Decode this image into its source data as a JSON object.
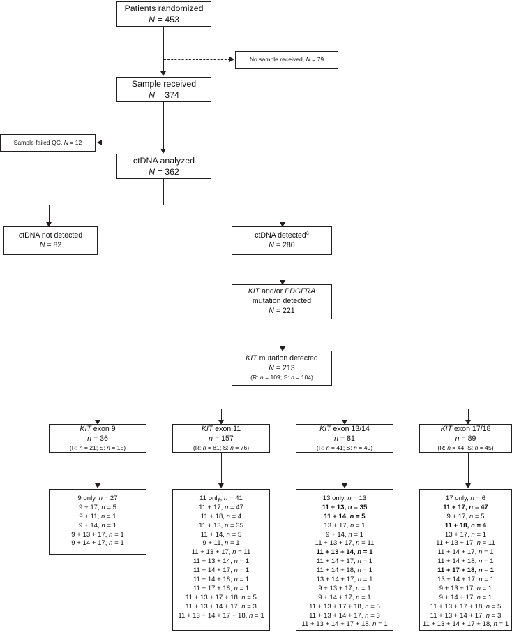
{
  "diagram": {
    "type": "consort-flow-diagram",
    "nodes": {
      "randomized": {
        "l1": "Patients randomized",
        "l2": "N = 453"
      },
      "no_sample": {
        "l1": "No sample received, N = 79"
      },
      "sample_received": {
        "l1": "Sample received",
        "l2": "N = 374"
      },
      "failed_qc": {
        "l1": "Sample failed QC, N = 12"
      },
      "ctdna_analyzed": {
        "l1": "ctDNA analyzed",
        "l2": "N = 362"
      },
      "ctdna_not_det": {
        "l1": "ctDNA not detected",
        "l2": "N = 82"
      },
      "ctdna_det": {
        "l1": "ctDNA detected",
        "sup": "a",
        "l2": "N = 280"
      },
      "kit_pdgfra": {
        "l1a": "KIT",
        "l1b": " and/or ",
        "l1c": "PDGFRA",
        "l2": "mutation detected",
        "l3": "N = 221"
      },
      "kit_mut": {
        "l1a": "KIT",
        "l1b": " mutation detected",
        "l2": "N = 213",
        "l3": "(R: n = 109; S: n = 104)"
      }
    },
    "exons": [
      {
        "gene": "KIT",
        "label": " exon 9",
        "n": "n = 36",
        "rs": "(R: n = 21; S: n = 15)"
      },
      {
        "gene": "KIT",
        "label": " exon 11",
        "n": "n = 157",
        "rs": "(R: n = 81; S: n = 76)"
      },
      {
        "gene": "KIT",
        "label": " exon 13/14",
        "n": "n = 81",
        "rs": "(R: n = 41; S: n = 40)"
      },
      {
        "gene": "KIT",
        "label": " exon 17/18",
        "n": "n = 89",
        "rs": "(R: n = 44; S: n = 45)"
      }
    ],
    "combos": [
      {
        "column": "exon-9",
        "items": [
          {
            "text": "9 only, n = 27",
            "bold": false
          },
          {
            "text": "9 + 17, n = 5",
            "bold": false
          },
          {
            "text": "9 + 11, n = 1",
            "bold": false
          },
          {
            "text": "9 + 14, n = 1",
            "bold": false
          },
          {
            "text": "9 + 13 + 17, n = 1",
            "bold": false
          },
          {
            "text": "9 + 14 + 17, n = 1",
            "bold": false
          }
        ]
      },
      {
        "column": "exon-11",
        "items": [
          {
            "text": "11 only, n = 41",
            "bold": false
          },
          {
            "text": "11 + 17, n = 47",
            "bold": false
          },
          {
            "text": "11 + 18, n = 4",
            "bold": false
          },
          {
            "text": "11 + 13, n = 35",
            "bold": false
          },
          {
            "text": "11 + 14, n = 5",
            "bold": false
          },
          {
            "text": "9 + 11, n = 1",
            "bold": false
          },
          {
            "text": "11 + 13 + 17, n = 11",
            "bold": false
          },
          {
            "text": "11 + 13 + 14, n = 1",
            "bold": false
          },
          {
            "text": "11 + 14 + 17, n = 1",
            "bold": false
          },
          {
            "text": "11 + 14 + 18, n = 1",
            "bold": false
          },
          {
            "text": "11 + 17 + 18, n = 1",
            "bold": false
          },
          {
            "text": "11 + 13 + 17 + 18, n = 5",
            "bold": false
          },
          {
            "text": "11 + 13 + 14 + 17, n = 3",
            "bold": false
          },
          {
            "text": "11 + 13 + 14 + 17 + 18, n = 1",
            "bold": false
          }
        ]
      },
      {
        "column": "exon-13-14",
        "items": [
          {
            "text": "13 only, n = 13",
            "bold": false
          },
          {
            "text": "11 + 13, n = 35",
            "bold": true
          },
          {
            "text": "11 + 14, n = 5",
            "bold": true
          },
          {
            "text": "13 + 17, n = 1",
            "bold": false
          },
          {
            "text": "9 + 14, n = 1",
            "bold": false
          },
          {
            "text": "11 + 13 + 17, n = 11",
            "bold": false
          },
          {
            "text": "11 + 13 + 14, n = 1",
            "bold": true
          },
          {
            "text": "11 + 14 + 17, n = 1",
            "bold": false
          },
          {
            "text": "11 + 14 + 18, n = 1",
            "bold": false
          },
          {
            "text": "13 + 14 + 17, n = 1",
            "bold": false
          },
          {
            "text": "9 + 13 + 17, n = 1",
            "bold": false
          },
          {
            "text": "9 + 14 + 17, n = 1",
            "bold": false
          },
          {
            "text": "11 + 13 + 17 + 18, n = 5",
            "bold": false
          },
          {
            "text": "11 + 13 + 14 + 17, n = 3",
            "bold": false
          },
          {
            "text": "11 + 13 + 14 + 17 + 18, n = 1",
            "bold": false
          }
        ]
      },
      {
        "column": "exon-17-18",
        "items": [
          {
            "text": "17 only, n = 6",
            "bold": false
          },
          {
            "text": "11 + 17, n = 47",
            "bold": true
          },
          {
            "text": "9 + 17, n = 5",
            "bold": false
          },
          {
            "text": "11 + 18, n = 4",
            "bold": true
          },
          {
            "text": "13 + 17, n = 1",
            "bold": false
          },
          {
            "text": "11 + 13 + 17, n = 11",
            "bold": false
          },
          {
            "text": "11 + 14 + 17, n = 1",
            "bold": false
          },
          {
            "text": "11 + 14 + 18, n = 1",
            "bold": false
          },
          {
            "text": "11 + 17 + 18, n = 1",
            "bold": true
          },
          {
            "text": "13 + 14 + 17, n = 1",
            "bold": false
          },
          {
            "text": "9 + 13 + 17, n = 1",
            "bold": false
          },
          {
            "text": "9 + 14 + 17, n = 1",
            "bold": false
          },
          {
            "text": "11 + 13 + 17 + 18, n = 5",
            "bold": false
          },
          {
            "text": "11 + 13 + 14 + 17, n = 3",
            "bold": false
          },
          {
            "text": "11 + 13 + 14 + 17 + 18, n = 1",
            "bold": false
          }
        ]
      }
    ],
    "colors": {
      "ink": "#231f20",
      "paper": "#ffffff"
    }
  }
}
